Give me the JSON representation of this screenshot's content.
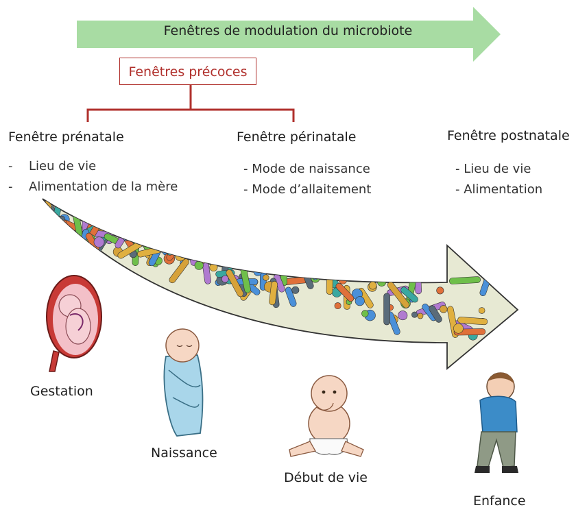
{
  "banner": {
    "label": "Fenêtres de modulation du microbiote",
    "color": "#a8dca3"
  },
  "early_windows": {
    "label": "Fenêtres précoces",
    "color": "#b0302c"
  },
  "windows": [
    {
      "title": "Fenêtre prénatale",
      "items": [
        "Lieu de vie",
        "Alimentation de la mère"
      ]
    },
    {
      "title": "Fenêtre périnatale",
      "items": [
        "Mode de naissance",
        "Mode d’allaitement"
      ]
    },
    {
      "title": "Fenêtre postnatale",
      "items": [
        "Lieu de vie",
        "Alimentation"
      ]
    }
  ],
  "bullets": {
    "dash": "-",
    "dash_inline": "- "
  },
  "stages": [
    {
      "label": "Gestation",
      "icon": "gestation-illustration"
    },
    {
      "label": "Naissance",
      "icon": "swaddled-newborn-illustration"
    },
    {
      "label": "Début de vie",
      "icon": "sitting-baby-illustration"
    },
    {
      "label": "Enfance",
      "icon": "crouching-child-illustration"
    }
  ],
  "microbiota_arrow": {
    "icon": "microbiota-arrow-illustration",
    "fill": "#e7e9d3"
  }
}
